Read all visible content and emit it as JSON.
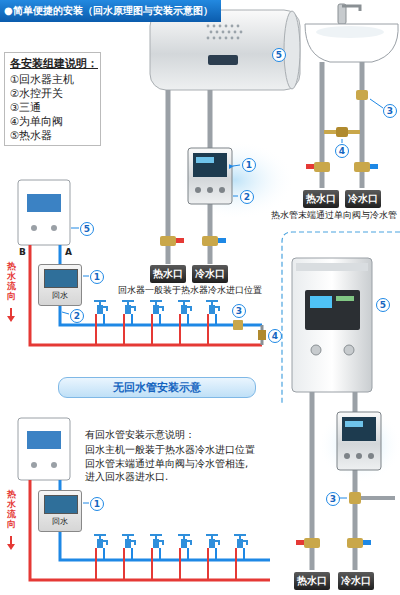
{
  "diagram": {
    "title": "●简单便捷的安装（回水原理图与安装示意图）",
    "nodes": [
      {
        "text": [
          "各安装组建说明：",
          "①回水器主机",
          "②水控开关",
          "③三通",
          "④为单向阀",
          "⑤热水器"
        ]
      },
      {
        "text": [
          "热水口"
        ]
      },
      {
        "text": [
          "冷水口"
        ]
      },
      {
        "text": [
          "热水口"
        ]
      },
      {
        "text": [
          "冷水口"
        ]
      },
      {
        "text": [
          "回水"
        ]
      },
      {
        "text": [
          "无回水管安装示意"
        ]
      },
      {
        "text": [
          "热水口"
        ]
      },
      {
        "text": [
          "冷水口"
        ]
      },
      {
        "text": [
          "回水"
        ]
      }
    ],
    "labels": [
      "5",
      "1",
      "2",
      "3",
      "4",
      "回水器一般装于热水器冷水进口位置",
      "热水管末端通过单向阀与冷水管",
      "5",
      "B",
      "A",
      "热水流向",
      "1",
      "2",
      "3",
      "4",
      "5",
      "3",
      "有回水管安装示意说明：",
      "回水主机一般装于热水器冷水进口位置 回水管末端通过单向阀与冷水管相连, 进入回水器进水口.",
      "热水流向",
      "1"
    ]
  }
}
